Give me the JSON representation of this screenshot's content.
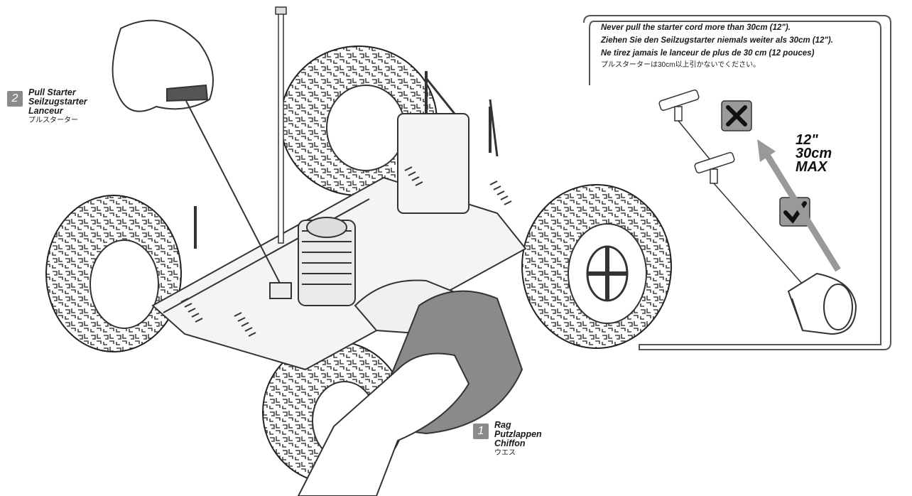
{
  "callouts": {
    "starter": {
      "number": "2",
      "en": "Pull Starter",
      "de": "Seilzugstarter",
      "fr": "Lanceur",
      "jp": "プルスターター"
    },
    "rag": {
      "number": "1",
      "en": "Rag",
      "de": "Putzlappen",
      "fr": "Chiffon",
      "jp": "ウエス"
    }
  },
  "warning": {
    "line_en": "Never pull the starter cord more than 30cm (12\").",
    "line_de": "Ziehen Sie den Seilzugstarter niemals weiter als 30cm (12\").",
    "line_fr": "Ne tirez jamais le lanceur de plus de 30 cm (12 pouces)",
    "line_jp": "プルスターターは30cm以上引かないでください。",
    "max_inches": "12\"",
    "max_cm": "30cm",
    "max_label": "MAX",
    "wrong_icon": "x-mark-icon",
    "right_icon": "check-mark-icon"
  },
  "colors": {
    "line_art": "#333333",
    "panel_border": "#555555",
    "badge_gray": "#8a8a8a",
    "arrow_gray": "#999999"
  }
}
